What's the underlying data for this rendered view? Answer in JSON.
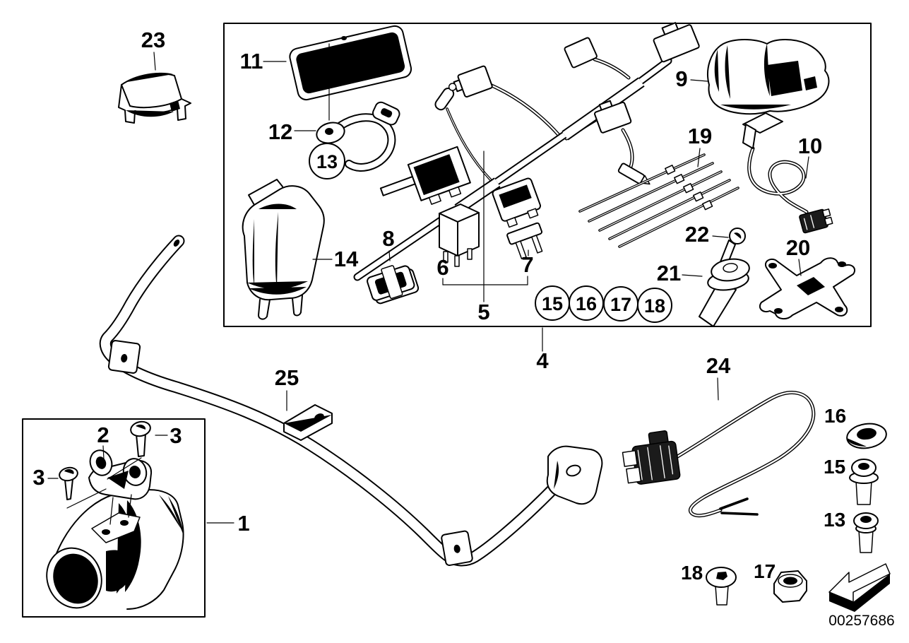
{
  "diagram": {
    "number": "00257686"
  },
  "callouts": {
    "c1": "1",
    "c2": "2",
    "c3a": "3",
    "c3b": "3",
    "c4": "4",
    "c5": "5",
    "c6": "6",
    "c7": "7",
    "c8": "8",
    "c9": "9",
    "c10": "10",
    "c11": "11",
    "c12": "12",
    "c13": "13",
    "c14": "14",
    "c15": "15",
    "c16": "16",
    "c17": "17",
    "c18": "18",
    "c19": "19",
    "c20": "20",
    "c21": "21",
    "c22": "22",
    "c23": "23",
    "c24": "24",
    "c25": "25"
  },
  "legend": {
    "washer": "16",
    "flange_screw": "15",
    "socket_screw": "13",
    "torx_screw": "18",
    "hex_nut": "17"
  },
  "colors": {
    "line": "#000000",
    "background": "#ffffff"
  }
}
